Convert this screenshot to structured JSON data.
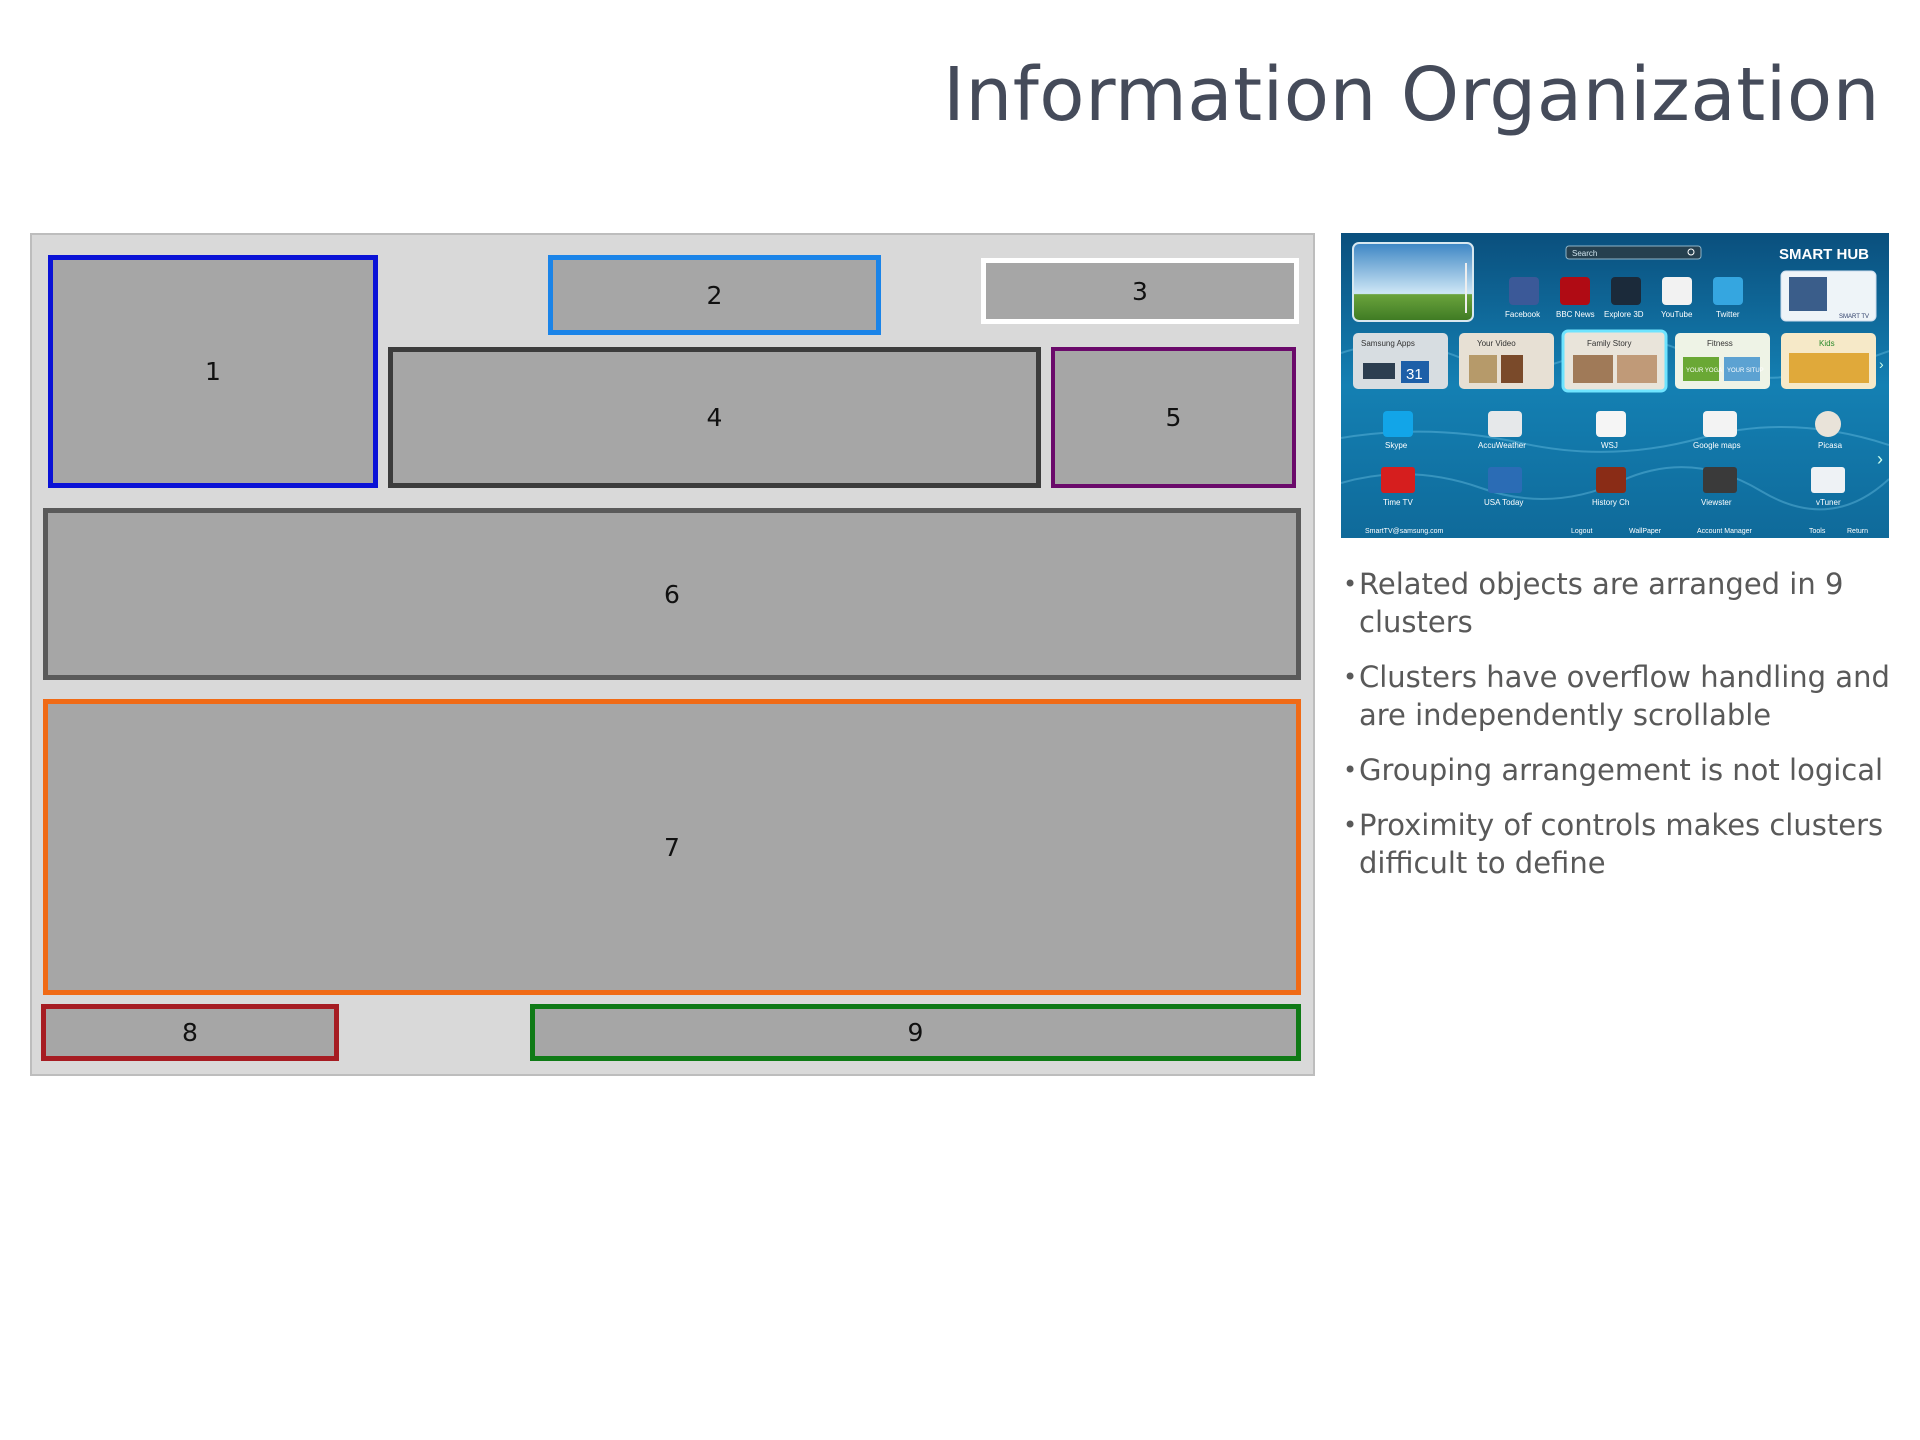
{
  "title": "Information Organization",
  "clusters": [
    "1",
    "2",
    "3",
    "4",
    "5",
    "6",
    "7",
    "8",
    "9"
  ],
  "cluster_colors": {
    "1": "#0a12d6",
    "2": "#1b84e8",
    "3": "#ffffff",
    "4": "#3c3c3c",
    "5": "#6b0a6b",
    "6": "#5a5a5a",
    "7": "#f06a15",
    "8": "#a61c22",
    "9": "#0f7a16"
  },
  "screenshot": {
    "search_placeholder": "Search",
    "brand": "SMART HUB",
    "brand_sub": "SMART TV",
    "top_apps": [
      "Facebook",
      "BBC News",
      "Explore 3D",
      "YouTube",
      "Twitter"
    ],
    "tiles": [
      "Samsung Apps",
      "Your Video",
      "Family Story",
      "Fitness",
      "Kids"
    ],
    "tile_badge": "31",
    "fitness_items": [
      "YOUR YOGA",
      "YOUR SITUP"
    ],
    "grid_row1": [
      "Skype",
      "AccuWeather",
      "WSJ",
      "Google maps",
      "Picasa"
    ],
    "grid_row2": [
      "Time TV",
      "USA Today",
      "History Ch",
      "Viewster",
      "vTuner"
    ],
    "footer_account": "SmartTV@samsung.com",
    "footer_controls": [
      "Logout",
      "WallPaper",
      "Account Manager",
      "Tools",
      "Return"
    ]
  },
  "bullets": [
    "Related objects are arranged in 9 clusters",
    "Clusters have overflow handling and are independently scrollable",
    "Grouping arrangement is not logical",
    "Proximity of controls makes clusters difficult to define"
  ]
}
